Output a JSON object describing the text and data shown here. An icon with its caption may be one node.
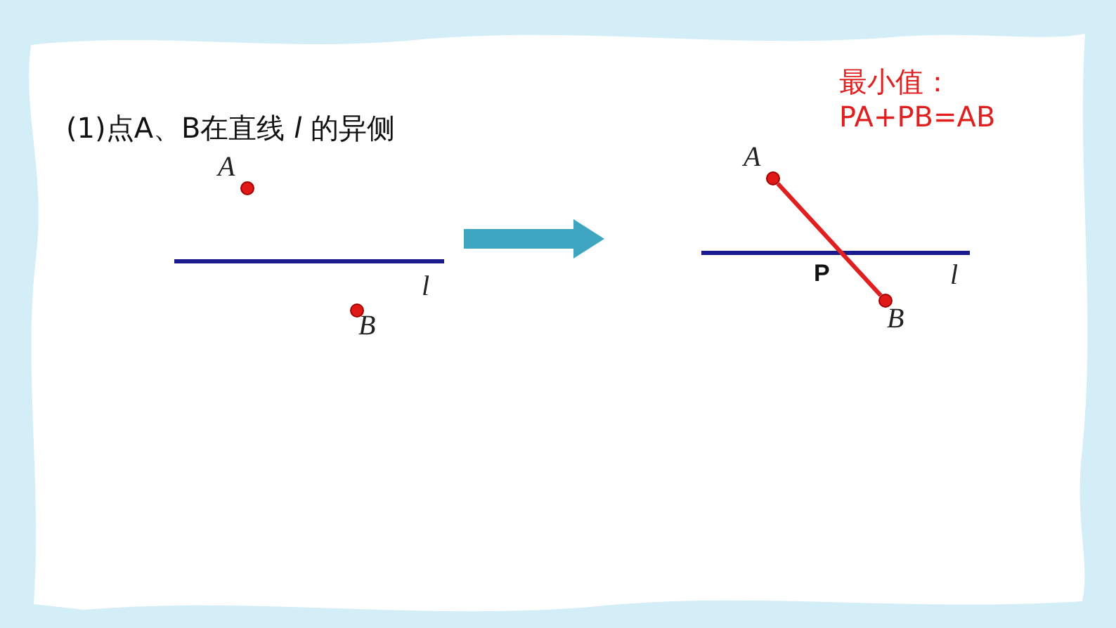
{
  "diagram": {
    "nodes": [
      {
        "text": [
          "(1)点A、B在直线 *l* 的异侧"
        ]
      },
      {
        "text": [
          "最小值：",
          "PA+PB=AB"
        ]
      },
      {
        "text": [],
        "shape": "circle",
        "beside": [
          "A"
        ],
        "in": 0
      },
      {
        "text": [],
        "shape": "circle",
        "beside": [
          "B"
        ],
        "in": 0
      },
      {
        "text": [],
        "shape": "circle",
        "beside": [
          "A"
        ],
        "in": 1
      },
      {
        "text": [],
        "shape": "circle",
        "beside": [
          "B"
        ],
        "in": 1
      }
    ],
    "edges": [
      {
        "from": 0,
        "to": 1,
        "arrow": "to",
        "style": "thick",
        "color": "#3fa6c2"
      },
      {
        "from": 4,
        "to": 5,
        "arrow": "none",
        "color": "#e02020"
      }
    ],
    "labels": [
      "l",
      "P",
      "l"
    ]
  }
}
